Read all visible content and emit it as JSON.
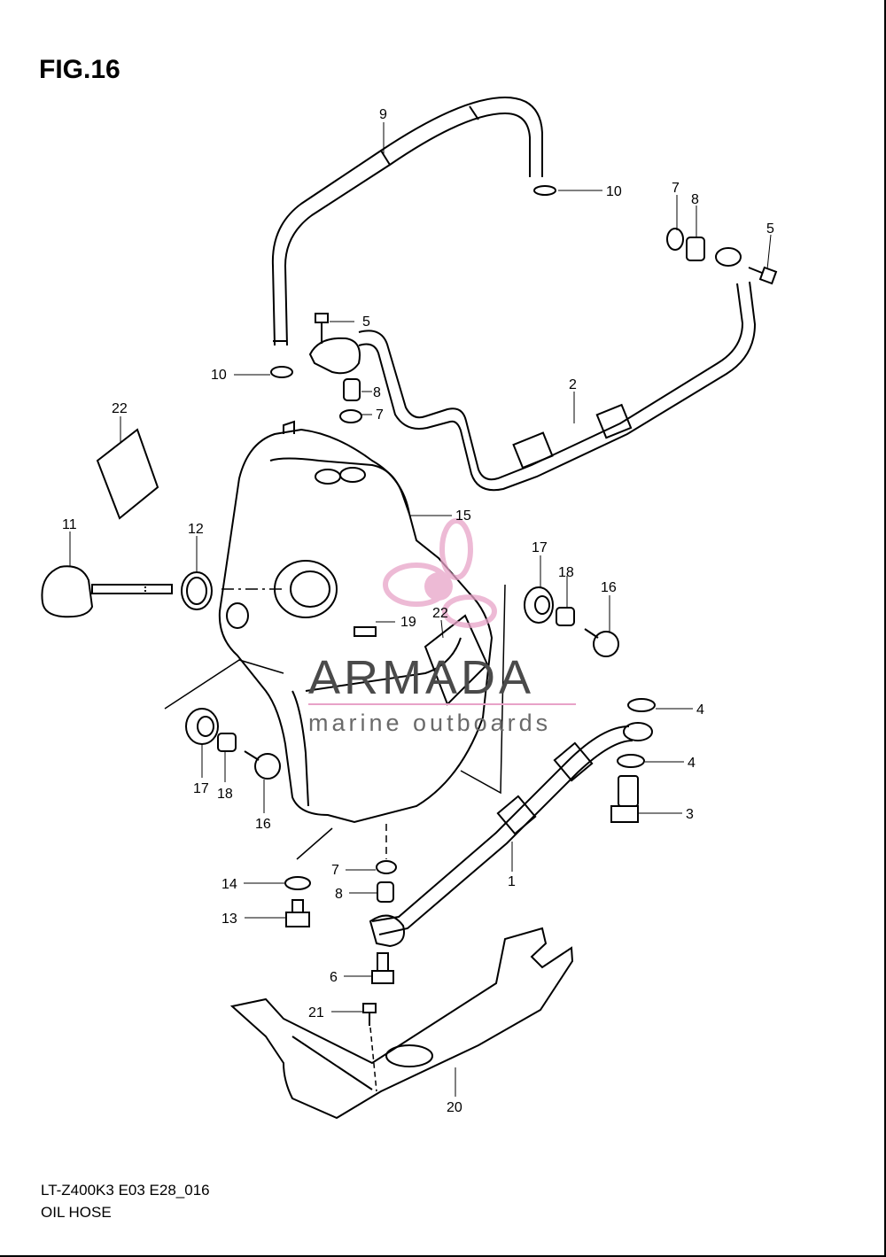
{
  "figure": {
    "title": "FIG.16"
  },
  "footer": {
    "model_code": "LT-Z400K3 E03 E28_016",
    "caption": "OIL HOSE"
  },
  "watermark": {
    "brand": "ARMADA",
    "tagline": "marine outboards",
    "logo_color": "#e8a3c8"
  },
  "callouts": [
    {
      "id": "c9",
      "text": "9"
    },
    {
      "id": "c10a",
      "text": "10"
    },
    {
      "id": "c7a",
      "text": "7"
    },
    {
      "id": "c8a",
      "text": "8"
    },
    {
      "id": "c5a",
      "text": "5"
    },
    {
      "id": "c5b",
      "text": "5"
    },
    {
      "id": "c10b",
      "text": "10"
    },
    {
      "id": "c8b",
      "text": "8"
    },
    {
      "id": "c7b",
      "text": "7"
    },
    {
      "id": "c2",
      "text": "2"
    },
    {
      "id": "c22a",
      "text": "22"
    },
    {
      "id": "c15",
      "text": "15"
    },
    {
      "id": "c11",
      "text": "11"
    },
    {
      "id": "c12",
      "text": "12"
    },
    {
      "id": "c17a",
      "text": "17"
    },
    {
      "id": "c18a",
      "text": "18"
    },
    {
      "id": "c16a",
      "text": "16"
    },
    {
      "id": "c22b",
      "text": "22"
    },
    {
      "id": "c19",
      "text": "19"
    },
    {
      "id": "c4a",
      "text": "4"
    },
    {
      "id": "c4b",
      "text": "4"
    },
    {
      "id": "c3",
      "text": "3"
    },
    {
      "id": "c17b",
      "text": "17"
    },
    {
      "id": "c18b",
      "text": "18"
    },
    {
      "id": "c16b",
      "text": "16"
    },
    {
      "id": "c1",
      "text": "1"
    },
    {
      "id": "c7c",
      "text": "7"
    },
    {
      "id": "c14",
      "text": "14"
    },
    {
      "id": "c8c",
      "text": "8"
    },
    {
      "id": "c13",
      "text": "13"
    },
    {
      "id": "c6",
      "text": "6"
    },
    {
      "id": "c21",
      "text": "21"
    },
    {
      "id": "c20",
      "text": "20"
    }
  ]
}
